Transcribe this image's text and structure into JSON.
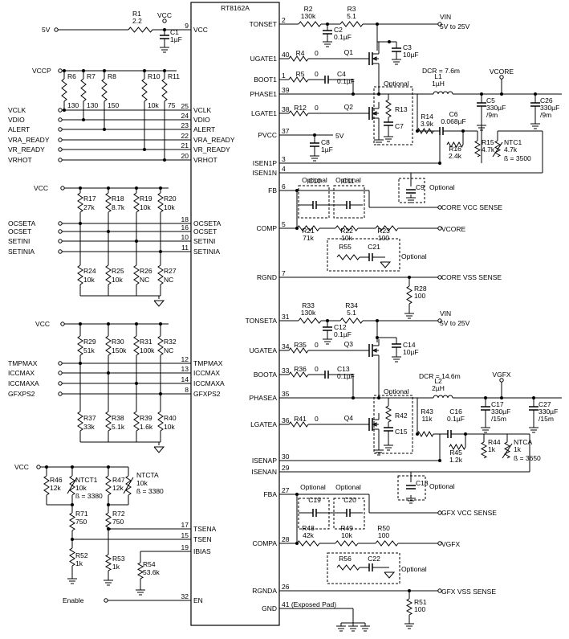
{
  "chip": {
    "name": "RT8162A"
  },
  "left_pins": [
    {
      "num": "9",
      "label": "VCC"
    },
    {
      "num": "25",
      "label": "VCLK"
    },
    {
      "num": "24",
      "label": "VDIO"
    },
    {
      "num": "23",
      "label": "ALERT"
    },
    {
      "num": "22",
      "label": "VRA_READY"
    },
    {
      "num": "21",
      "label": "VR_READY"
    },
    {
      "num": "20",
      "label": "VRHOT"
    },
    {
      "num": "18",
      "label": "OCSETA"
    },
    {
      "num": "16",
      "label": "OCSET"
    },
    {
      "num": "10",
      "label": "SETINI"
    },
    {
      "num": "11",
      "label": "SETINIA"
    },
    {
      "num": "12",
      "label": "TMPMAX"
    },
    {
      "num": "13",
      "label": "ICCMAX"
    },
    {
      "num": "14",
      "label": "ICCMAXA"
    },
    {
      "num": "8",
      "label": "GFXPS2"
    },
    {
      "num": "17",
      "label": "TSENA"
    },
    {
      "num": "15",
      "label": "TSEN"
    },
    {
      "num": "19",
      "label": "IBIAS"
    },
    {
      "num": "32",
      "label": "EN"
    }
  ],
  "right_pins": [
    {
      "num": "2",
      "label": "TONSET"
    },
    {
      "num": "40",
      "label": "UGATE1"
    },
    {
      "num": "1",
      "label": "BOOT1"
    },
    {
      "num": "39",
      "label": "PHASE1"
    },
    {
      "num": "38",
      "label": "LGATE1"
    },
    {
      "num": "37",
      "label": "PVCC"
    },
    {
      "num": "3",
      "label": "ISEN1P"
    },
    {
      "num": "4",
      "label": "ISEN1N"
    },
    {
      "num": "6",
      "label": "FB"
    },
    {
      "num": "5",
      "label": "COMP"
    },
    {
      "num": "7",
      "label": "RGND"
    },
    {
      "num": "31",
      "label": "TONSETA"
    },
    {
      "num": "34",
      "label": "UGATEA"
    },
    {
      "num": "33",
      "label": "BOOTA"
    },
    {
      "num": "35",
      "label": "PHASEA"
    },
    {
      "num": "36",
      "label": "LGATEA"
    },
    {
      "num": "30",
      "label": "ISENAP"
    },
    {
      "num": "29",
      "label": "ISENAN"
    },
    {
      "num": "27",
      "label": "FBA"
    },
    {
      "num": "28",
      "label": "COMPA"
    },
    {
      "num": "26",
      "label": "RGNDA"
    },
    {
      "num": "41 (Exposed Pad)",
      "label": "GND"
    }
  ],
  "nets": {
    "v5": "5V",
    "vcc": "VCC",
    "vccp": "VCCP",
    "vin1": "VIN",
    "vin1_range": "5V to 25V",
    "vin2": "VIN",
    "vin2_range": "5V to 25V",
    "vcore": "VCORE",
    "vgfx": "VGFX",
    "pvcc_supply": "5V",
    "enable": "Enable",
    "core_vcc_sense": "CORE VCC SENSE",
    "core_vss_sense": "CORE VSS SENSE",
    "gfx_vcc_sense": "GFX VCC SENSE",
    "gfx_vss_sense": "GFX VSS SENSE",
    "vcore_out": "VCORE",
    "vgfx_out": "VGFX"
  },
  "components": {
    "r1": [
      "R1",
      "2.2"
    ],
    "c1": [
      "C1",
      "1µF"
    ],
    "r2": [
      "R2",
      "130k"
    ],
    "r3": [
      "R3",
      "5.1"
    ],
    "c2": [
      "C2",
      "0.1µF"
    ],
    "c3": [
      "C3",
      "10µF"
    ],
    "r4": [
      "R4",
      "0"
    ],
    "r5": [
      "R5",
      "0"
    ],
    "c4": [
      "C4",
      "0.1µF"
    ],
    "q1": [
      "Q1",
      ""
    ],
    "r12": [
      "R12",
      "0"
    ],
    "q2": [
      "Q2",
      ""
    ],
    "r13": [
      "R13",
      ""
    ],
    "c7": [
      "C7",
      ""
    ],
    "c8": [
      "C8",
      "1µF"
    ],
    "l1": [
      "L1",
      "1µH"
    ],
    "dcr1": [
      "DCR = 7.6m",
      ""
    ],
    "r14": [
      "R14",
      "3.9k"
    ],
    "c6": [
      "C6",
      "0.068µF"
    ],
    "c5": [
      "C5",
      "330µF"
    ],
    "c5b": [
      "/9m",
      ""
    ],
    "c26": [
      "C26",
      "330µF"
    ],
    "c26b": [
      "/9m",
      ""
    ],
    "r15": [
      "R15",
      "4.7k"
    ],
    "r16": [
      "R16",
      "2.4k"
    ],
    "ntc1": [
      "NTC1",
      "4.7k"
    ],
    "ntc1b": [
      "ß = 3500",
      ""
    ],
    "c9": [
      "C9",
      ""
    ],
    "c10": [
      "C10",
      ""
    ],
    "c11": [
      "C11",
      ""
    ],
    "r21": [
      "R21",
      "71k"
    ],
    "r22": [
      "R22",
      "10k"
    ],
    "r23": [
      "R23",
      "100"
    ],
    "r55": [
      "R55",
      ""
    ],
    "c21": [
      "C21",
      ""
    ],
    "r28": [
      "R28",
      "100"
    ],
    "r6": [
      "R6",
      "130"
    ],
    "r7": [
      "R7",
      "130"
    ],
    "r8": [
      "R8",
      "150"
    ],
    "r10": [
      "R10",
      "10k"
    ],
    "r11": [
      "R11",
      "75"
    ],
    "r17": [
      "R17",
      "27k"
    ],
    "r18": [
      "R18",
      "8.7k"
    ],
    "r19": [
      "R19",
      "10k"
    ],
    "r20": [
      "R20",
      "10k"
    ],
    "r24": [
      "R24",
      "10k"
    ],
    "r25": [
      "R25",
      "10k"
    ],
    "r26": [
      "R26",
      "NC"
    ],
    "r27": [
      "R27",
      "NC"
    ],
    "r29": [
      "R29",
      "51k"
    ],
    "r30": [
      "R30",
      "150k"
    ],
    "r31": [
      "R31",
      "100k"
    ],
    "r32": [
      "R32",
      "NC"
    ],
    "r37": [
      "R37",
      "33k"
    ],
    "r38": [
      "R38",
      "5.1k"
    ],
    "r39": [
      "R39",
      "1.6k"
    ],
    "r40": [
      "R40",
      "10k"
    ],
    "r33": [
      "R33",
      "130k"
    ],
    "r34": [
      "R34",
      "5.1"
    ],
    "c12": [
      "C12",
      "0.1µF"
    ],
    "c14": [
      "C14",
      "10µF"
    ],
    "r35": [
      "R35",
      "0"
    ],
    "r36": [
      "R36",
      "0"
    ],
    "c13": [
      "C13",
      "0.1µF"
    ],
    "q3": [
      "Q3",
      ""
    ],
    "r41": [
      "R41",
      "0"
    ],
    "q4": [
      "Q4",
      ""
    ],
    "r42": [
      "R42",
      ""
    ],
    "c15": [
      "C15",
      ""
    ],
    "l2": [
      "L2",
      "2µH"
    ],
    "dcr2": [
      "DCR = 14.6m",
      ""
    ],
    "r43": [
      "R43",
      "11k"
    ],
    "c16": [
      "C16",
      "0.1µF"
    ],
    "c17": [
      "C17",
      "330µF"
    ],
    "c17b": [
      "/15m",
      ""
    ],
    "c27": [
      "C27",
      "330µF"
    ],
    "c27b": [
      "/15m",
      ""
    ],
    "r44": [
      "R44",
      "1k"
    ],
    "r45": [
      "R45",
      "1.2k"
    ],
    "ntca": [
      "NTCA",
      "1k"
    ],
    "ntcab": [
      "ß = 3650",
      ""
    ],
    "c18": [
      "C18",
      ""
    ],
    "c19": [
      "C19",
      ""
    ],
    "c20": [
      "C20",
      ""
    ],
    "r48": [
      "R48",
      "42k"
    ],
    "r49": [
      "R49",
      "10k"
    ],
    "r50": [
      "R50",
      "100"
    ],
    "r56": [
      "R56",
      ""
    ],
    "c22": [
      "C22",
      ""
    ],
    "r51": [
      "R51",
      "100"
    ],
    "r46": [
      "R46",
      "12k"
    ],
    "ntct1": [
      "NTCT1",
      "10k"
    ],
    "ntct1b": [
      "ß = 3380",
      ""
    ],
    "r47": [
      "R47",
      "12k"
    ],
    "ntcta": [
      "NTCTA",
      "10k"
    ],
    "ntctab": [
      "ß = 3380",
      ""
    ],
    "r71": [
      "R71",
      "750"
    ],
    "r72": [
      "R72",
      "750"
    ],
    "r52": [
      "R52",
      "1k"
    ],
    "r53": [
      "R53",
      "1k"
    ],
    "r54": [
      "R54",
      "53.6k"
    ]
  },
  "optional_label": "Optional"
}
